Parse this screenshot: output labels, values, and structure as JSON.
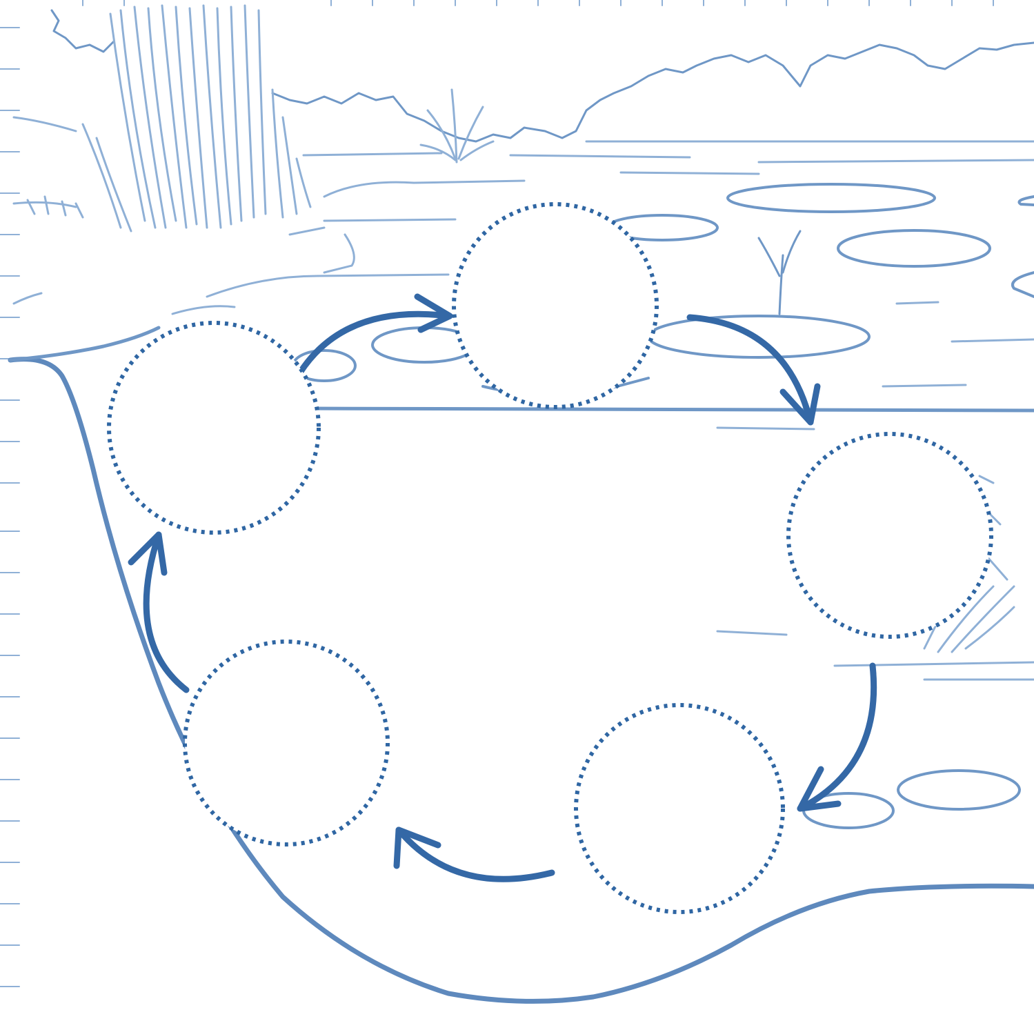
{
  "diagram": {
    "colors": {
      "circle_stroke": "#2f66a3",
      "arrow_stroke": "#3468a6",
      "sketch_light": "#8fb0d6",
      "sketch_mid": "#6f97c6",
      "background": "#ffffff"
    },
    "circles": [
      {
        "id": "stage-1",
        "label": ""
      },
      {
        "id": "stage-2",
        "label": ""
      },
      {
        "id": "stage-3",
        "label": ""
      },
      {
        "id": "stage-4",
        "label": ""
      },
      {
        "id": "stage-5",
        "label": ""
      }
    ],
    "arrow_direction": "clockwise"
  }
}
